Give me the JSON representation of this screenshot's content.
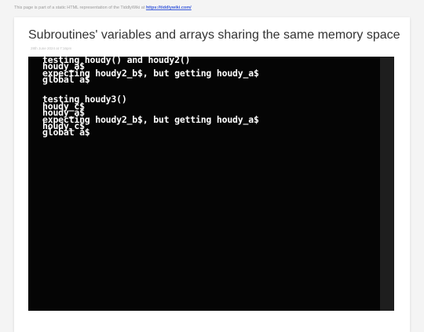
{
  "notice": {
    "text": "This page is part of a static HTML representation of the TiddlyWiki at ",
    "link": "https://tiddlywiki.com/"
  },
  "tiddler": {
    "title": "Subroutines' variables and arrays sharing the same memory space",
    "subtitle": "28th June 2024 at 7:16pm"
  },
  "terminal": {
    "lines": [
      "testing houdy() and houdy2()",
      "houdy_a$",
      "expecting houdy2_b$, but getting houdy_a$",
      "global a$",
      "",
      "",
      "testing houdy3()",
      "houdy_c$",
      "houdy_a$",
      "expecting houdy2_b$, but getting houdy_a$",
      "houdy_c$",
      "global a$"
    ]
  }
}
